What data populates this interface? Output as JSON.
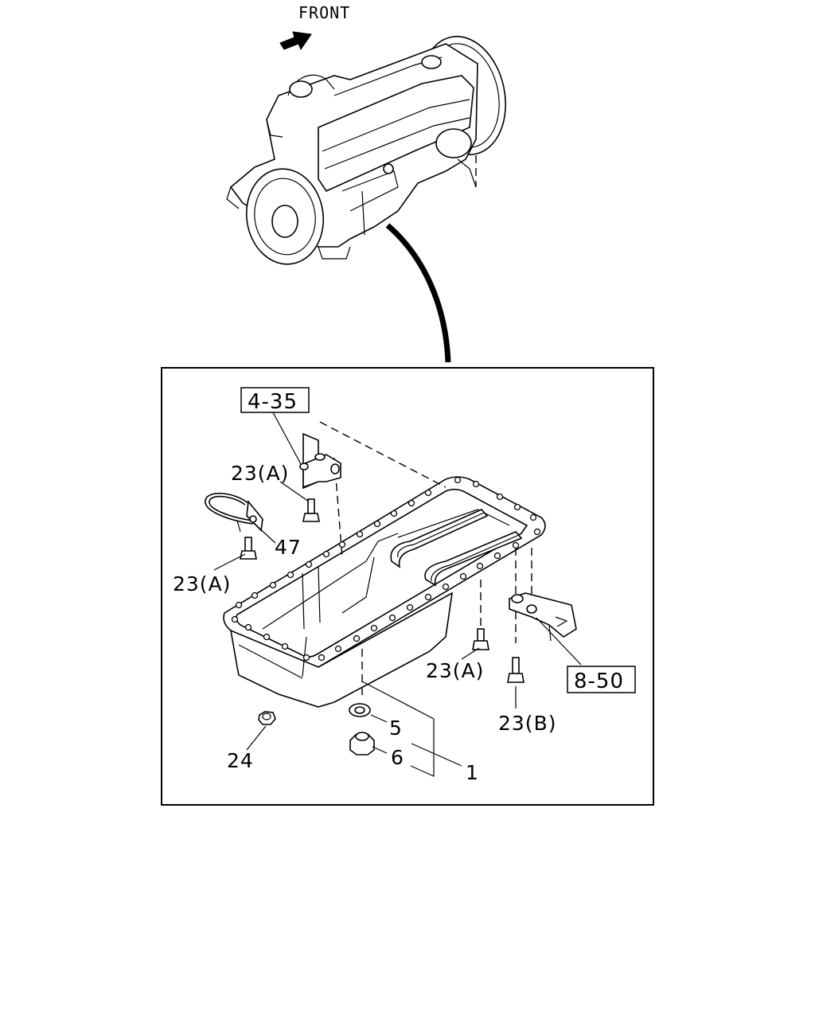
{
  "orientation": {
    "front_label": "FRONT"
  },
  "references": {
    "top": "4-35",
    "right": "8-50"
  },
  "callouts": {
    "c23a_top": "23(A)",
    "c47": "47",
    "c23a_left": "23(A)",
    "c23a_right": "23(A)",
    "c23b": "23(B)",
    "c5": "5",
    "c6": "6",
    "c1": "1",
    "c24": "24"
  }
}
